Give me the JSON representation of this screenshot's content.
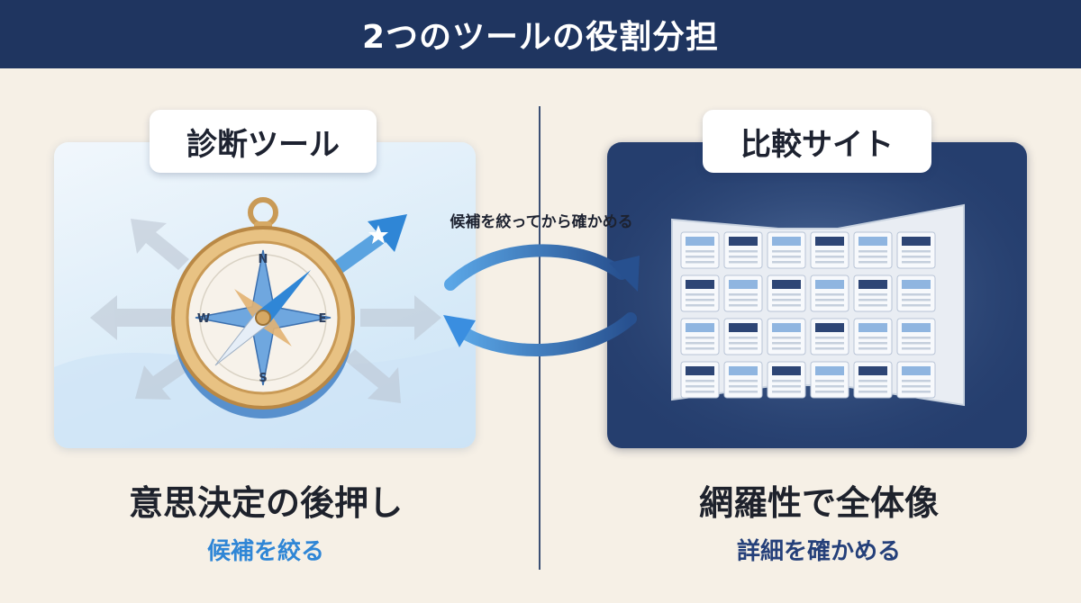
{
  "header": {
    "title": "2つのツールの役割分担"
  },
  "left": {
    "label": "診断ツール",
    "title": "意思決定の後押し",
    "subtitle": "候補を絞る",
    "compass": {
      "n": "N",
      "e": "E",
      "s": "S",
      "w": "W"
    }
  },
  "right": {
    "label": "比較サイト",
    "title": "網羅性で全体像",
    "subtitle": "詳細を確かめる"
  },
  "cycle": {
    "label": "候補を絞ってから確かめる"
  },
  "colors": {
    "header_bg": "#1f3560",
    "accent_blue": "#2f86d6",
    "navy": "#253e6e",
    "background": "#f6f0e6"
  }
}
